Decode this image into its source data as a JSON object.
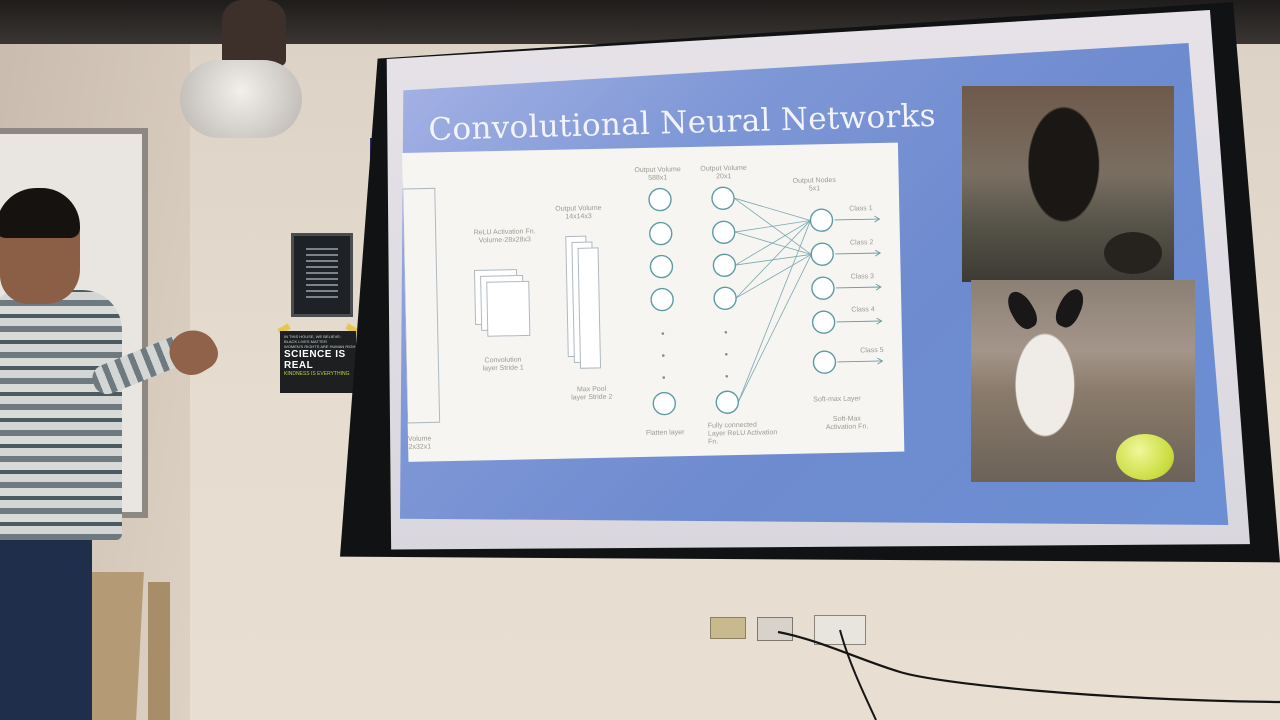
{
  "slide": {
    "title": "Convolutional Neural Networks",
    "diagram": {
      "input_label_1": "Volume",
      "input_label_2": "2x32x1",
      "conv_top_1": "ReLU Activation Fn.",
      "conv_top_2": "Volume-28x28x3",
      "conv_bottom_1": "Convolution",
      "conv_bottom_2": "layer Stride 1",
      "pool_top_1": "Output Volume",
      "pool_top_2": "14x14x3",
      "pool_bottom_1": "Max Pool",
      "pool_bottom_2": "layer Stride  2",
      "flatten_top_1": "Output Volume",
      "flatten_top_2": "588x1",
      "flatten_bottom": "Flatten layer",
      "fc_top_1": "Output Volume",
      "fc_top_2": "20x1",
      "fc_bottom_1": "Fully connected",
      "fc_bottom_2": "Layer ReLU Activation",
      "fc_bottom_3": "Fn.",
      "out_top_1": "Output Nodes",
      "out_top_2": "5x1",
      "classes": [
        "Class 1",
        "Class 2",
        "Class 3",
        "Class 4",
        "Class 5"
      ],
      "softmax_layer": "Soft-max Layer",
      "softmax_fn_1": "Soft-Max",
      "softmax_fn_2": "Activation Fn."
    }
  },
  "poster": {
    "line1": "IN THIS HOUSE, WE BELIEVE:",
    "line2": "BLACK LIVES MATTER",
    "line3": "WOMEN'S RIGHTS ARE HUMAN RIGHTS",
    "line4": "SCIENCE IS REAL",
    "line5": "KINDNESS IS EVERYTHING"
  },
  "colors": {
    "slide_blue": "#6e8bcf",
    "diagram_bg": "#f6f5f2",
    "node_stroke": "#5f9aa3"
  }
}
